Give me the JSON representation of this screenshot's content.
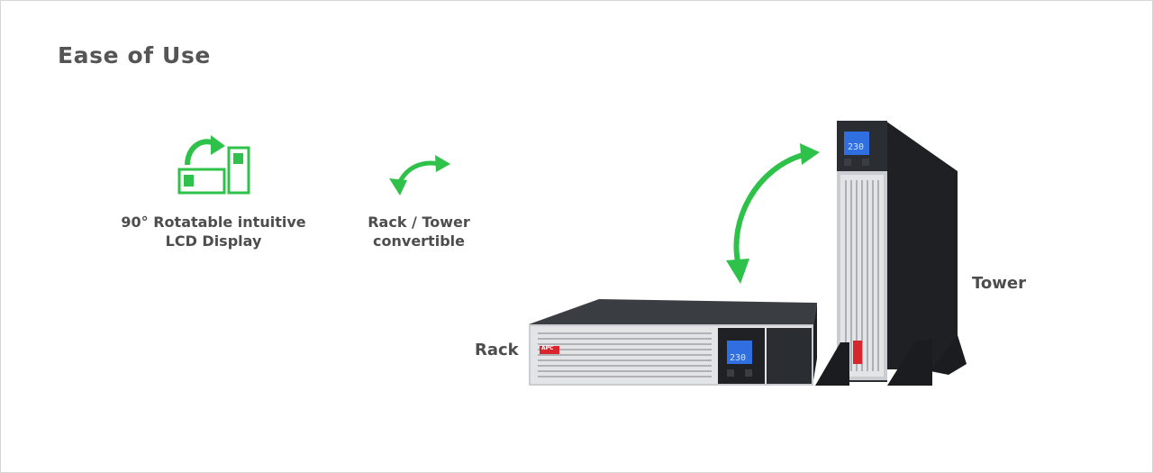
{
  "heading": "Ease of Use",
  "features": [
    {
      "icon": "rotatable-display-icon",
      "line1": "90° Rotatable intuitive",
      "line2": "LCD Display"
    },
    {
      "icon": "rack-tower-arrow-icon",
      "line1": "Rack / Tower",
      "line2": "convertible"
    }
  ],
  "products": {
    "rack_label": "Rack",
    "tower_label": "Tower",
    "lcd_reading": "230",
    "brand": "APC"
  },
  "colors": {
    "accent_green": "#2ec24a",
    "heading_gray": "#555555",
    "text_gray": "#4d4d4d",
    "ups_body": "#2a2d31",
    "ups_front": "#d9dbdd",
    "lcd_blue": "#2f6fe0"
  }
}
